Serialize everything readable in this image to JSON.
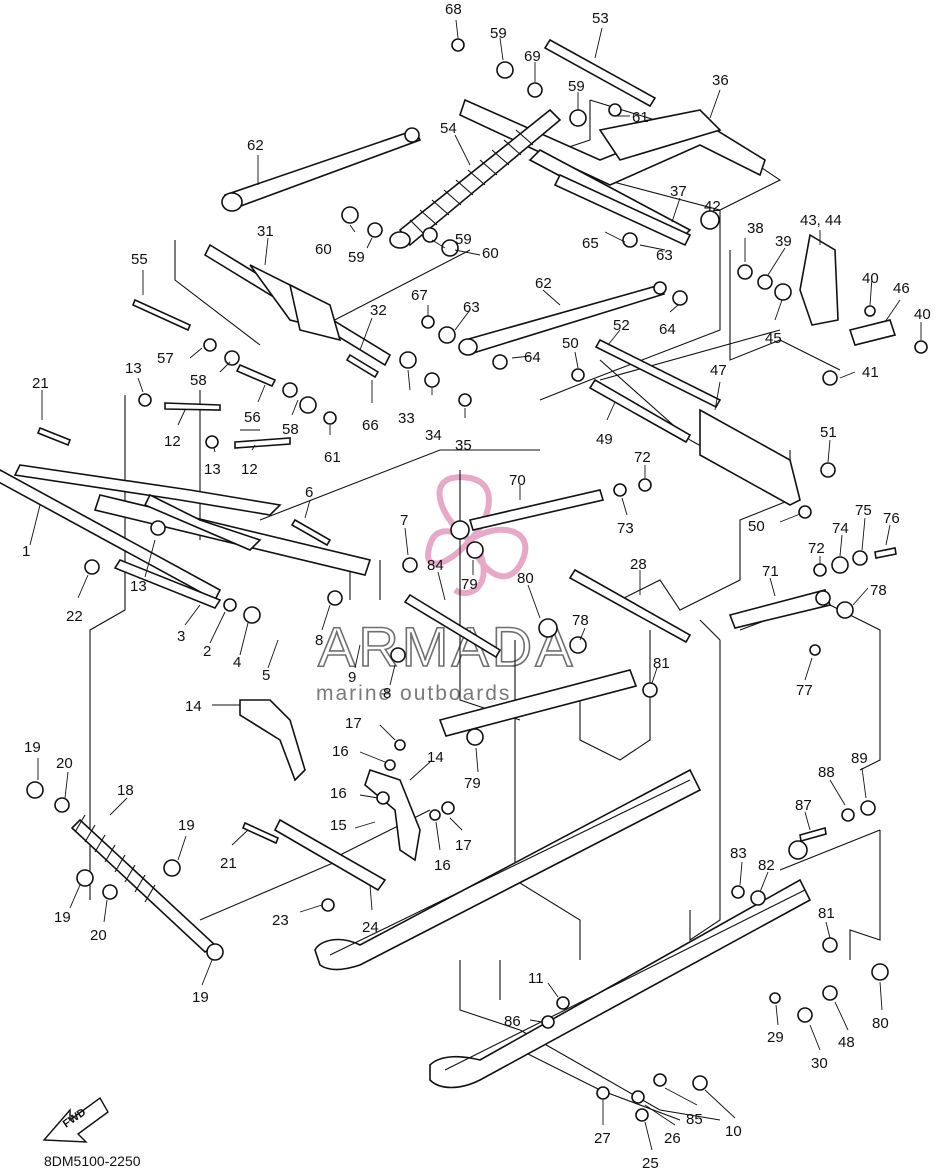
{
  "diagram_code": "8DM5100-2250",
  "fwd_label": "FWD",
  "watermark": {
    "brand": "ARMADA",
    "tagline": "marine outboards",
    "accent_color": "#e8a8c8",
    "text_color": "#6f6f6f"
  },
  "callouts": [
    {
      "id": "c68",
      "text": "68"
    },
    {
      "id": "c53",
      "text": "53"
    },
    {
      "id": "c59a",
      "text": "59"
    },
    {
      "id": "c69",
      "text": "69"
    },
    {
      "id": "c59b",
      "text": "59"
    },
    {
      "id": "c61a",
      "text": "61"
    },
    {
      "id": "c36",
      "text": "36"
    },
    {
      "id": "c62a",
      "text": "62"
    },
    {
      "id": "c54",
      "text": "54"
    },
    {
      "id": "c37",
      "text": "37"
    },
    {
      "id": "c42",
      "text": "42"
    },
    {
      "id": "c38",
      "text": "38"
    },
    {
      "id": "c39",
      "text": "39"
    },
    {
      "id": "c4344",
      "text": "43, 44"
    },
    {
      "id": "c31",
      "text": "31"
    },
    {
      "id": "c60a",
      "text": "60"
    },
    {
      "id": "c59c",
      "text": "59"
    },
    {
      "id": "c59d",
      "text": "59"
    },
    {
      "id": "c60b",
      "text": "60"
    },
    {
      "id": "c65",
      "text": "65"
    },
    {
      "id": "c63a",
      "text": "63"
    },
    {
      "id": "c40a",
      "text": "40"
    },
    {
      "id": "c46",
      "text": "46"
    },
    {
      "id": "c55",
      "text": "55"
    },
    {
      "id": "c62b",
      "text": "62"
    },
    {
      "id": "c67",
      "text": "67"
    },
    {
      "id": "c63b",
      "text": "63"
    },
    {
      "id": "c64a",
      "text": "64"
    },
    {
      "id": "c45",
      "text": "45"
    },
    {
      "id": "c40b",
      "text": "40"
    },
    {
      "id": "c32",
      "text": "32"
    },
    {
      "id": "c52",
      "text": "52"
    },
    {
      "id": "c50a",
      "text": "50"
    },
    {
      "id": "c64b",
      "text": "64"
    },
    {
      "id": "c57",
      "text": "57"
    },
    {
      "id": "c58a",
      "text": "58"
    },
    {
      "id": "c41",
      "text": "41"
    },
    {
      "id": "c13a",
      "text": "13"
    },
    {
      "id": "c21a",
      "text": "21"
    },
    {
      "id": "c47",
      "text": "47"
    },
    {
      "id": "c56",
      "text": "56"
    },
    {
      "id": "c58b",
      "text": "58"
    },
    {
      "id": "c33",
      "text": "33"
    },
    {
      "id": "c34",
      "text": "34"
    },
    {
      "id": "c66",
      "text": "66"
    },
    {
      "id": "c35",
      "text": "35"
    },
    {
      "id": "c12a",
      "text": "12"
    },
    {
      "id": "c49",
      "text": "49"
    },
    {
      "id": "c51",
      "text": "51"
    },
    {
      "id": "c13b",
      "text": "13"
    },
    {
      "id": "c12b",
      "text": "12"
    },
    {
      "id": "c61b",
      "text": "61"
    },
    {
      "id": "c72a",
      "text": "72"
    },
    {
      "id": "c70",
      "text": "70"
    },
    {
      "id": "c6",
      "text": "6"
    },
    {
      "id": "c73",
      "text": "73"
    },
    {
      "id": "c50b",
      "text": "50"
    },
    {
      "id": "c75",
      "text": "75"
    },
    {
      "id": "c74",
      "text": "74"
    },
    {
      "id": "c76",
      "text": "76"
    },
    {
      "id": "c1",
      "text": "1"
    },
    {
      "id": "c7",
      "text": "7"
    },
    {
      "id": "c13c",
      "text": "13"
    },
    {
      "id": "c84",
      "text": "84"
    },
    {
      "id": "c28",
      "text": "28"
    },
    {
      "id": "c72b",
      "text": "72"
    },
    {
      "id": "c79a",
      "text": "79"
    },
    {
      "id": "c22",
      "text": "22"
    },
    {
      "id": "c71",
      "text": "71"
    },
    {
      "id": "c80a",
      "text": "80"
    },
    {
      "id": "c78a",
      "text": "78"
    },
    {
      "id": "c3",
      "text": "3"
    },
    {
      "id": "c2",
      "text": "2"
    },
    {
      "id": "c8a",
      "text": "8"
    },
    {
      "id": "c78b",
      "text": "78"
    },
    {
      "id": "c4",
      "text": "4"
    },
    {
      "id": "c5",
      "text": "5"
    },
    {
      "id": "c9",
      "text": "9"
    },
    {
      "id": "c8b",
      "text": "8"
    },
    {
      "id": "c81a",
      "text": "81"
    },
    {
      "id": "c77",
      "text": "77"
    },
    {
      "id": "c14a",
      "text": "14"
    },
    {
      "id": "c17a",
      "text": "17"
    },
    {
      "id": "c19a",
      "text": "19"
    },
    {
      "id": "c16a",
      "text": "16"
    },
    {
      "id": "c14b",
      "text": "14"
    },
    {
      "id": "c20a",
      "text": "20"
    },
    {
      "id": "c79b",
      "text": "79"
    },
    {
      "id": "c88",
      "text": "88"
    },
    {
      "id": "c89",
      "text": "89"
    },
    {
      "id": "c18",
      "text": "18"
    },
    {
      "id": "c16b",
      "text": "16"
    },
    {
      "id": "c87",
      "text": "87"
    },
    {
      "id": "c19b",
      "text": "19"
    },
    {
      "id": "c15",
      "text": "15"
    },
    {
      "id": "c17b",
      "text": "17"
    },
    {
      "id": "c21b",
      "text": "21"
    },
    {
      "id": "c16c",
      "text": "16"
    },
    {
      "id": "c83",
      "text": "83"
    },
    {
      "id": "c82",
      "text": "82"
    },
    {
      "id": "c19c",
      "text": "19"
    },
    {
      "id": "c23",
      "text": "23"
    },
    {
      "id": "c24",
      "text": "24"
    },
    {
      "id": "c81b",
      "text": "81"
    },
    {
      "id": "c20b",
      "text": "20"
    },
    {
      "id": "c19d",
      "text": "19"
    },
    {
      "id": "c11",
      "text": "11"
    },
    {
      "id": "c29",
      "text": "29"
    },
    {
      "id": "c48",
      "text": "48"
    },
    {
      "id": "c80b",
      "text": "80"
    },
    {
      "id": "c86",
      "text": "86"
    },
    {
      "id": "c30",
      "text": "30"
    },
    {
      "id": "c85",
      "text": "85"
    },
    {
      "id": "c10",
      "text": "10"
    },
    {
      "id": "c27",
      "text": "27"
    },
    {
      "id": "c26",
      "text": "26"
    },
    {
      "id": "c25",
      "text": "25"
    }
  ]
}
